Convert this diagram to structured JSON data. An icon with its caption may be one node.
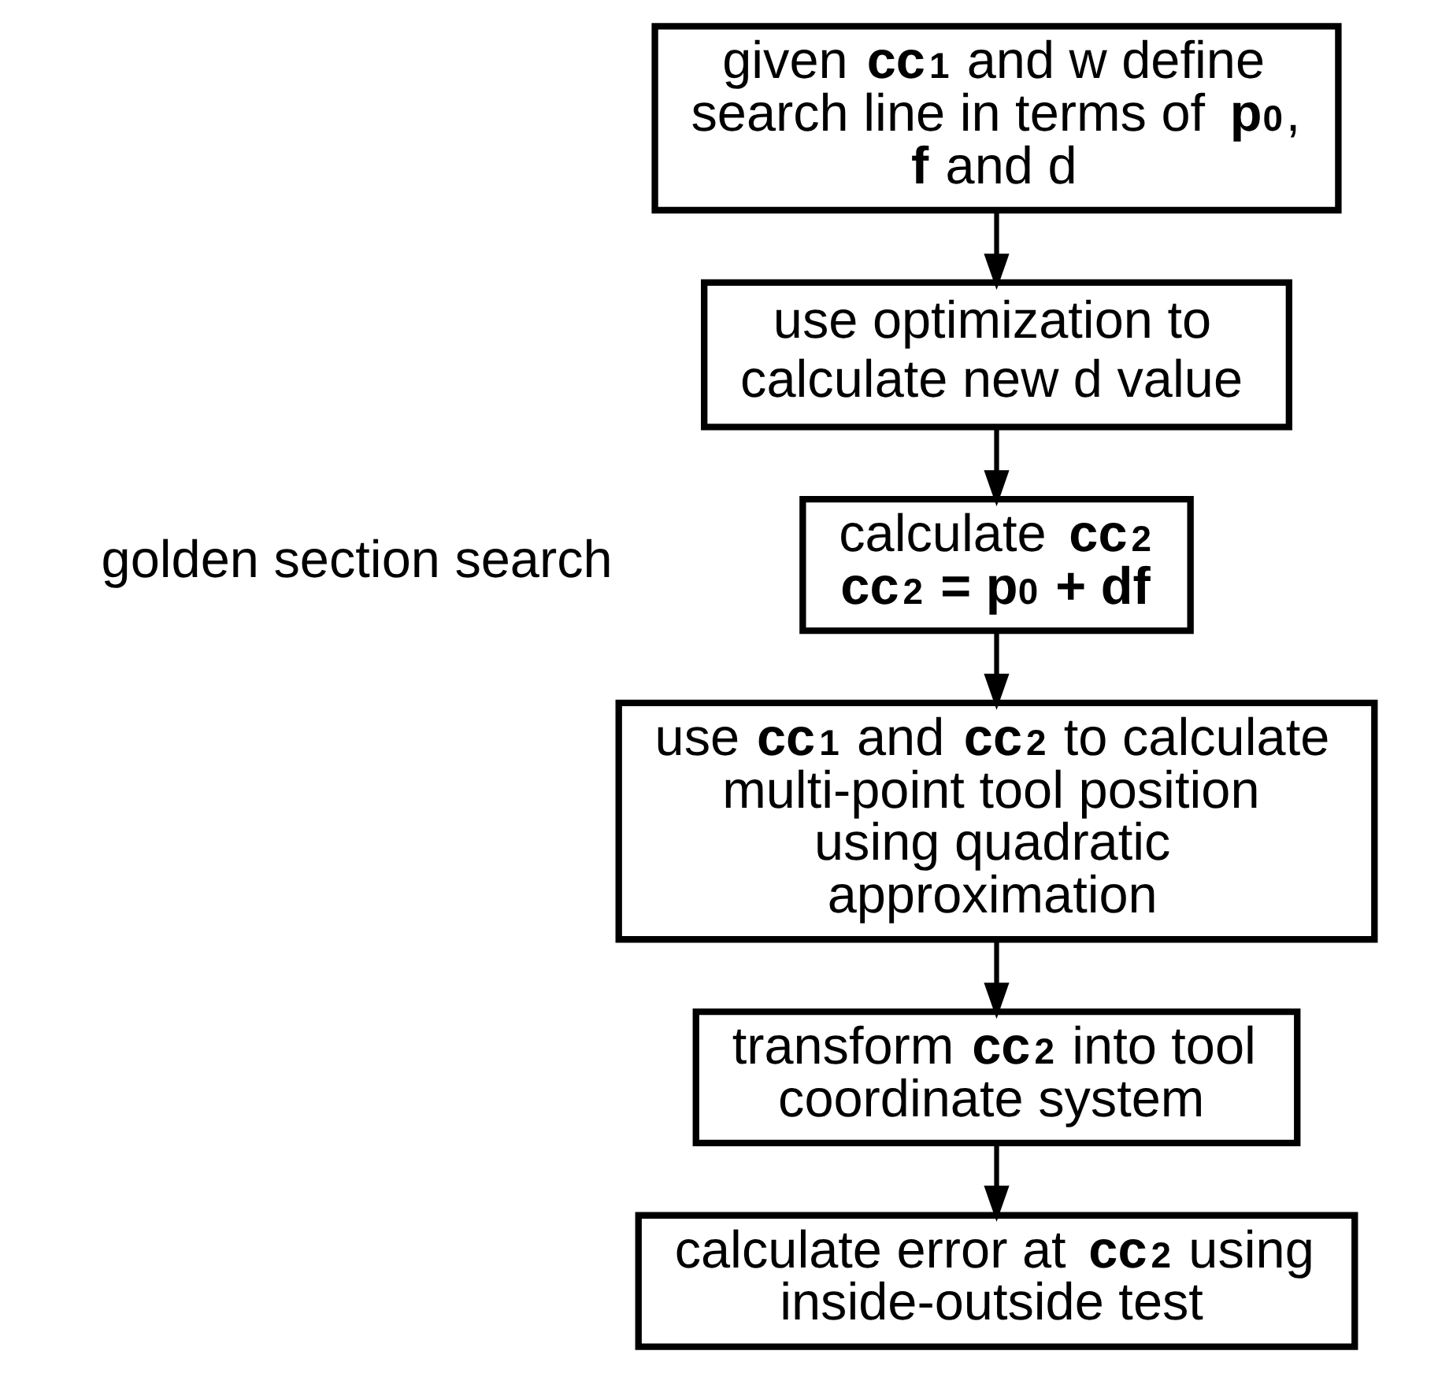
{
  "diagram": {
    "nodes": [
      {
        "text": [
          "given **cc$_{1}$** and w define search line in terms of **p$_{0}$**, **f** and d"
        ]
      },
      {
        "text": [
          "use optimization to calculate new d value"
        ]
      },
      {
        "text": [
          "calculate **cc$_{2}$**",
          "**cc$_{2}$ = p$_{0}$ + df**"
        ]
      },
      {
        "text": [
          "use **cc$_{1}$** and **cc$_{2}$** to calculate multi-point tool position using quadratic approximation"
        ]
      },
      {
        "text": [
          "transform **cc$_{2}$** into tool coordinate system"
        ]
      },
      {
        "text": [
          "calculate error at **cc$_{2}$** using inside-outside test"
        ]
      }
    ],
    "edges": [
      {
        "from": 0,
        "to": 1,
        "arrow": "to"
      },
      {
        "from": 1,
        "to": 2,
        "arrow": "to"
      },
      {
        "from": 2,
        "to": 3,
        "arrow": "to"
      },
      {
        "from": 3,
        "to": 4,
        "arrow": "to"
      },
      {
        "from": 4,
        "to": 5,
        "arrow": "to"
      }
    ],
    "labels": [
      "golden section search"
    ]
  }
}
